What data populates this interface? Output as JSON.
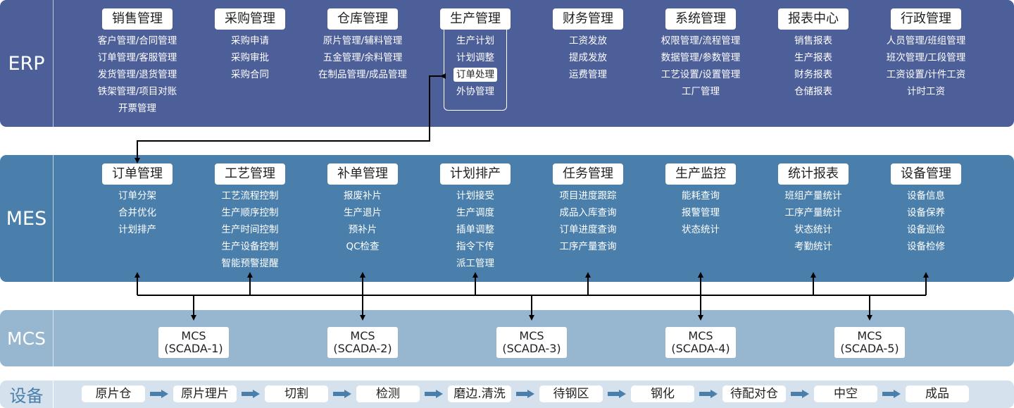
{
  "layers": {
    "erp": "ERP",
    "mes": "MES",
    "mcs": "MCS",
    "device": "设备"
  },
  "erp_modules": [
    {
      "title": "销售管理",
      "items": [
        "客户管理/合同管理",
        "订单管理/客服管理",
        "发货管理/退货管理",
        "铁架管理/项目对账",
        "开票管理"
      ]
    },
    {
      "title": "采购管理",
      "items": [
        "采购申请",
        "采购审批",
        "采购合同"
      ]
    },
    {
      "title": "仓库管理",
      "items": [
        "原片管理/辅料管理",
        "五金管理/余料管理",
        "在制品管理/成品管理"
      ]
    },
    {
      "title": "生产管理",
      "items": [
        "生产计划",
        "计划调整",
        "订单处理",
        "外协管理"
      ],
      "highlight": "订单处理"
    },
    {
      "title": "财务管理",
      "items": [
        "工资发放",
        "提成发放",
        "运费管理"
      ]
    },
    {
      "title": "系统管理",
      "items": [
        "权限管理/流程管理",
        "数据管理/参数管理",
        "工艺设置/设置管理",
        "工厂管理"
      ]
    },
    {
      "title": "报表中心",
      "items": [
        "销售报表",
        "生产报表",
        "财务报表",
        "仓储报表"
      ]
    },
    {
      "title": "行政管理",
      "items": [
        "人员管理/班组管理",
        "班次管理/工段管理",
        "工资设置/计件工资",
        "计时工资"
      ]
    }
  ],
  "mes_modules": [
    {
      "title": "订单管理",
      "items": [
        "订单分架",
        "合并优化",
        "计划排产"
      ]
    },
    {
      "title": "工艺管理",
      "items": [
        "工艺流程控制",
        "生产顺序控制",
        "生产时间控制",
        "生产设备控制",
        "智能预警提醒"
      ]
    },
    {
      "title": "补单管理",
      "items": [
        "报废补片",
        "生产退片",
        "预补片",
        "QC检查"
      ]
    },
    {
      "title": "计划排产",
      "items": [
        "计划接受",
        "生产调度",
        "插单调整",
        "指令下传",
        "派工管理"
      ]
    },
    {
      "title": "任务管理",
      "items": [
        "项目进度跟踪",
        "成品入库查询",
        "订单进度查询",
        "工序产量查询"
      ]
    },
    {
      "title": "生产监控",
      "items": [
        "能耗查询",
        "报警管理",
        "状态统计"
      ]
    },
    {
      "title": "统计报表",
      "items": [
        "班组产量统计",
        "工序产量统计",
        "状态统计",
        "考勤统计"
      ]
    },
    {
      "title": "设备管理",
      "items": [
        "设备信息",
        "设备保养",
        "设备巡检",
        "设备检修"
      ]
    }
  ],
  "mcs_nodes": [
    {
      "line1": "MCS",
      "line2": "(SCADA-1)"
    },
    {
      "line1": "MCS",
      "line2": "(SCADA-2)"
    },
    {
      "line1": "MCS",
      "line2": "(SCADA-3)"
    },
    {
      "line1": "MCS",
      "line2": "(SCADA-4)"
    },
    {
      "line1": "MCS",
      "line2": "(SCADA-5)"
    }
  ],
  "process_steps": [
    "原片仓",
    "原片理片",
    "切割",
    "检测",
    "磨边.清洗",
    "待钢区",
    "钢化",
    "待配对仓",
    "中空",
    "成品"
  ],
  "colors": {
    "erp": "#4d5f98",
    "mes": "#4a7fab",
    "mcs": "#97b6d0",
    "device": "#d5e1ec",
    "flow_arrow": "#4a7fab",
    "connector": "#000000"
  }
}
